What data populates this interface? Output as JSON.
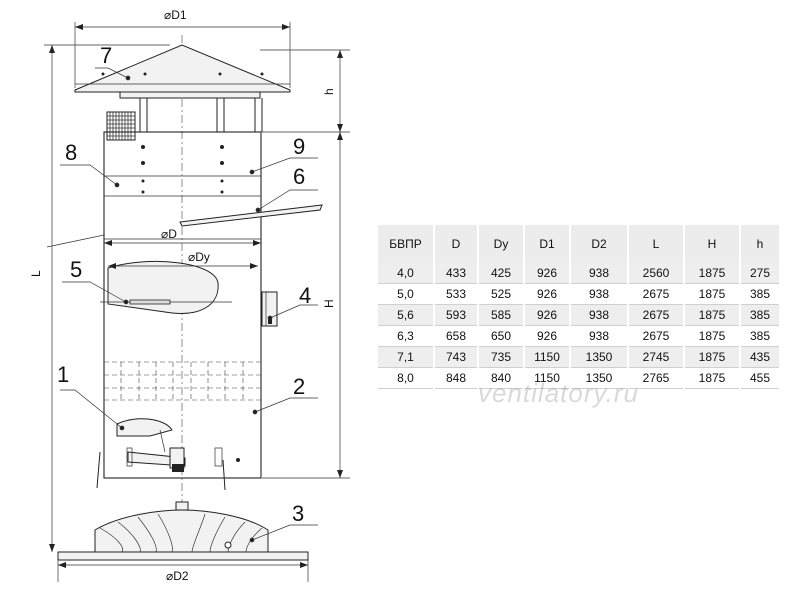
{
  "drawing": {
    "callouts": [
      "1",
      "2",
      "3",
      "4",
      "5",
      "6",
      "7",
      "8",
      "9"
    ],
    "dimensions": {
      "d1": "⌀D1",
      "d": "⌀D",
      "dy": "⌀Dy",
      "d2": "⌀D2",
      "h_small": "h",
      "h_large": "H",
      "l": "L"
    }
  },
  "table": {
    "headers": [
      "БВПР",
      "D",
      "Dy",
      "D1",
      "D2",
      "L",
      "H",
      "h"
    ],
    "rows": [
      [
        "4,0",
        "433",
        "425",
        "926",
        "938",
        "2560",
        "1875",
        "275"
      ],
      [
        "5,0",
        "533",
        "525",
        "926",
        "938",
        "2675",
        "1875",
        "385"
      ],
      [
        "5,6",
        "593",
        "585",
        "926",
        "938",
        "2675",
        "1875",
        "385"
      ],
      [
        "6,3",
        "658",
        "650",
        "926",
        "938",
        "2675",
        "1875",
        "385"
      ],
      [
        "7,1",
        "743",
        "735",
        "1150",
        "1350",
        "2745",
        "1875",
        "435"
      ],
      [
        "8,0",
        "848",
        "840",
        "1150",
        "1350",
        "2765",
        "1875",
        "455"
      ]
    ]
  },
  "watermark": "ventilatory.ru"
}
